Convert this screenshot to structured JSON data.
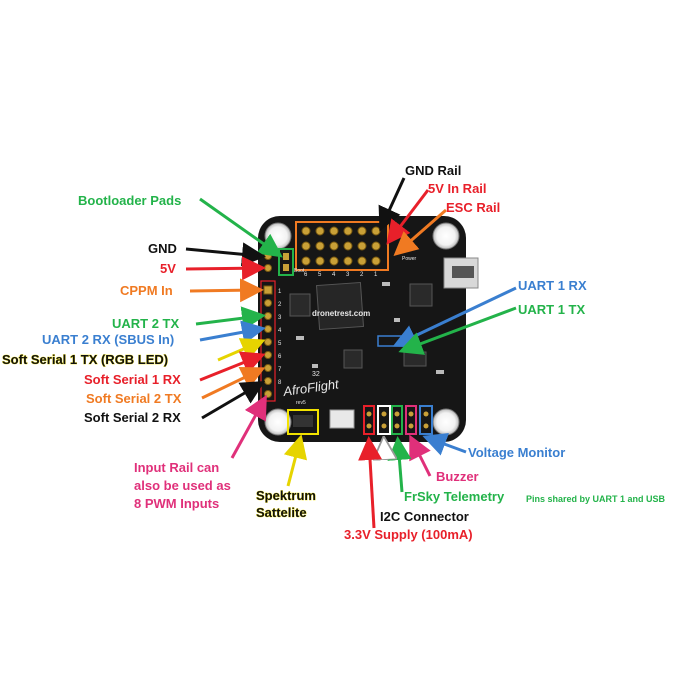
{
  "board": {
    "brand": "AfroFlight",
    "brand_sub": "32",
    "brand_rev": "rev5",
    "website": "dronetrest.com",
    "header_numbers": [
      "6",
      "5",
      "4",
      "3",
      "2",
      "1"
    ],
    "pin_numbers": [
      "1",
      "2",
      "3",
      "4",
      "5",
      "6",
      "7",
      "8"
    ],
    "boot_label": "Boot",
    "power_label": "Power"
  },
  "labels": {
    "gnd_rail": "GND Rail",
    "v5_in_rail": "5V In Rail",
    "esc_rail": "ESC Rail",
    "bootloader_pads": "Bootloader Pads",
    "gnd": "GND",
    "v5": "5V",
    "cppm_in": "CPPM In",
    "uart2_tx": "UART 2 TX",
    "uart2_rx": "UART 2 RX (SBUS In)",
    "soft_serial1_tx": "Soft Serial 1 TX (RGB LED)",
    "soft_serial1_rx": "Soft Serial 1 RX",
    "soft_serial2_tx": "Soft Serial 2 TX",
    "soft_serial2_rx": "Soft Serial 2 RX",
    "uart1_rx": "UART 1 RX",
    "uart1_tx": "UART 1 TX",
    "input_rail_1": "Input Rail can",
    "input_rail_2": "also be used as",
    "input_rail_3": "8 PWM Inputs",
    "spektrum_1": "Spektrum",
    "spektrum_2": "Sattelite",
    "voltage_monitor": "Voltage Monitor",
    "buzzer": "Buzzer",
    "frsky": "FrSky Telemetry",
    "pins_shared": "Pins shared by UART 1 and USB",
    "i2c": "I2C Connector",
    "supply": "3.3V Supply (100mA)"
  },
  "colors": {
    "black": "#111111",
    "red": "#e8202a",
    "orange": "#f07a22",
    "green": "#23b34a",
    "blue": "#3a7fd0",
    "yellow": "#f2e200",
    "magenta": "#e0307a",
    "white": "#ffffff",
    "pcb": "#161616"
  }
}
